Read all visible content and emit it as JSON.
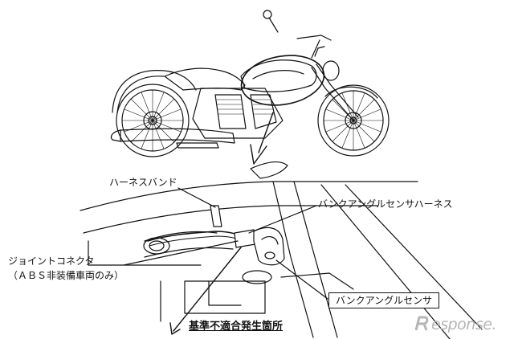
{
  "labels": {
    "harness_band": "ハーネスバンド",
    "bank_angle_sensor_harness": "バンクアングルセンサハーネス",
    "joint_connector": "ジョイントコネクタ",
    "joint_connector_note": "（ＡＢＳ非装備車両のみ）",
    "bank_angle_sensor": "バンクアングルセンサ",
    "defect_location": "基準不適合発生箇所"
  },
  "watermark": {
    "text": "esponse.",
    "logo_icon": "response-r-logo"
  },
  "colors": {
    "line": "#111111",
    "watermark": "#b5b5b5"
  }
}
